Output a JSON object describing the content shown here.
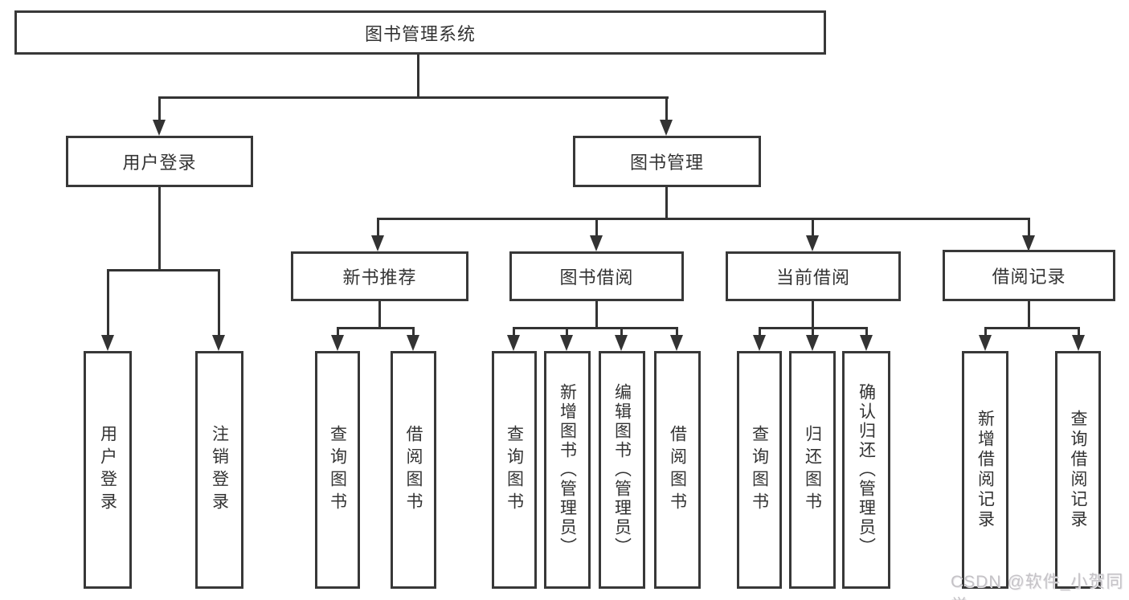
{
  "diagram": {
    "title": "图书管理系统",
    "colors": {
      "line": "#333333",
      "box_border": "#383838",
      "text": "#333333",
      "background": "#ffffff",
      "watermark": "#c5c3c7"
    },
    "watermark": {
      "text": "CSDN @软件_小贺同学"
    },
    "nodes": {
      "root": "图书管理系统",
      "user_login": "用户登录",
      "book_mgmt": "图书管理",
      "new_book_rec": "新书推荐",
      "book_borrow": "图书借阅",
      "current_borrow": "当前借阅",
      "borrow_record": "借阅记录",
      "leaf_user_login": "用户登录",
      "leaf_logout": "注销登录",
      "leaf_query_book_1": "查询图书",
      "leaf_borrow_book_1": "借阅图书",
      "leaf_query_book_2": "查询图书",
      "leaf_add_book": "新增图书（管理员）",
      "leaf_edit_book": "编辑图书（管理员）",
      "leaf_borrow_book_2": "借阅图书",
      "leaf_query_book_3": "查询图书",
      "leaf_return_book": "归还图书",
      "leaf_confirm_return": "确认归还（管理员）",
      "leaf_add_record": "新增借阅记录",
      "leaf_query_record": "查询借阅记录"
    },
    "structure": {
      "图书管理系统": {
        "用户登录": [
          "用户登录",
          "注销登录"
        ],
        "图书管理": {
          "新书推荐": [
            "查询图书",
            "借阅图书"
          ],
          "图书借阅": [
            "查询图书",
            "新增图书（管理员）",
            "编辑图书（管理员）",
            "借阅图书"
          ],
          "当前借阅": [
            "查询图书",
            "归还图书",
            "确认归还（管理员）"
          ],
          "借阅记录": [
            "新增借阅记录",
            "查询借阅记录"
          ]
        }
      }
    }
  }
}
